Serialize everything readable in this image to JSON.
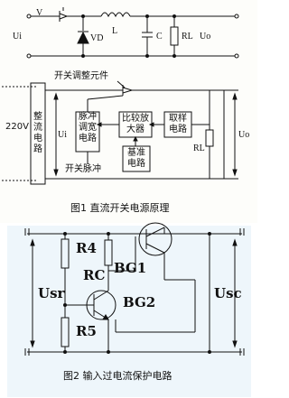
{
  "figure1": {
    "caption": "图1 直流开关电源原理",
    "switch_label": "V",
    "input_label": "Ui",
    "diode_label": "VD",
    "inductor_label": "L",
    "cap_label": "C",
    "load_label": "RL",
    "output_label": "Uo",
    "switch_component_label": "开关调整元件",
    "ac_input_label": "220V",
    "rectifier_label": "整流电路",
    "ui2_label": "Ui",
    "pwm_block": "脉冲调宽电路",
    "compare_block": "比较放大器",
    "sample_block": "取样电路",
    "reference_block": "基准电路",
    "pulse_label": "开关脉冲",
    "rl2_label": "RL",
    "uo2_label": "Uo"
  },
  "figure2": {
    "caption": "图2 输入过电流保护电路",
    "usr_label": "Usr",
    "usc_label": "Usc",
    "r4_label": "R4",
    "r5_label": "R5",
    "rc_label": "RC",
    "bg1_label": "BG1",
    "bg2_label": "BG2"
  }
}
